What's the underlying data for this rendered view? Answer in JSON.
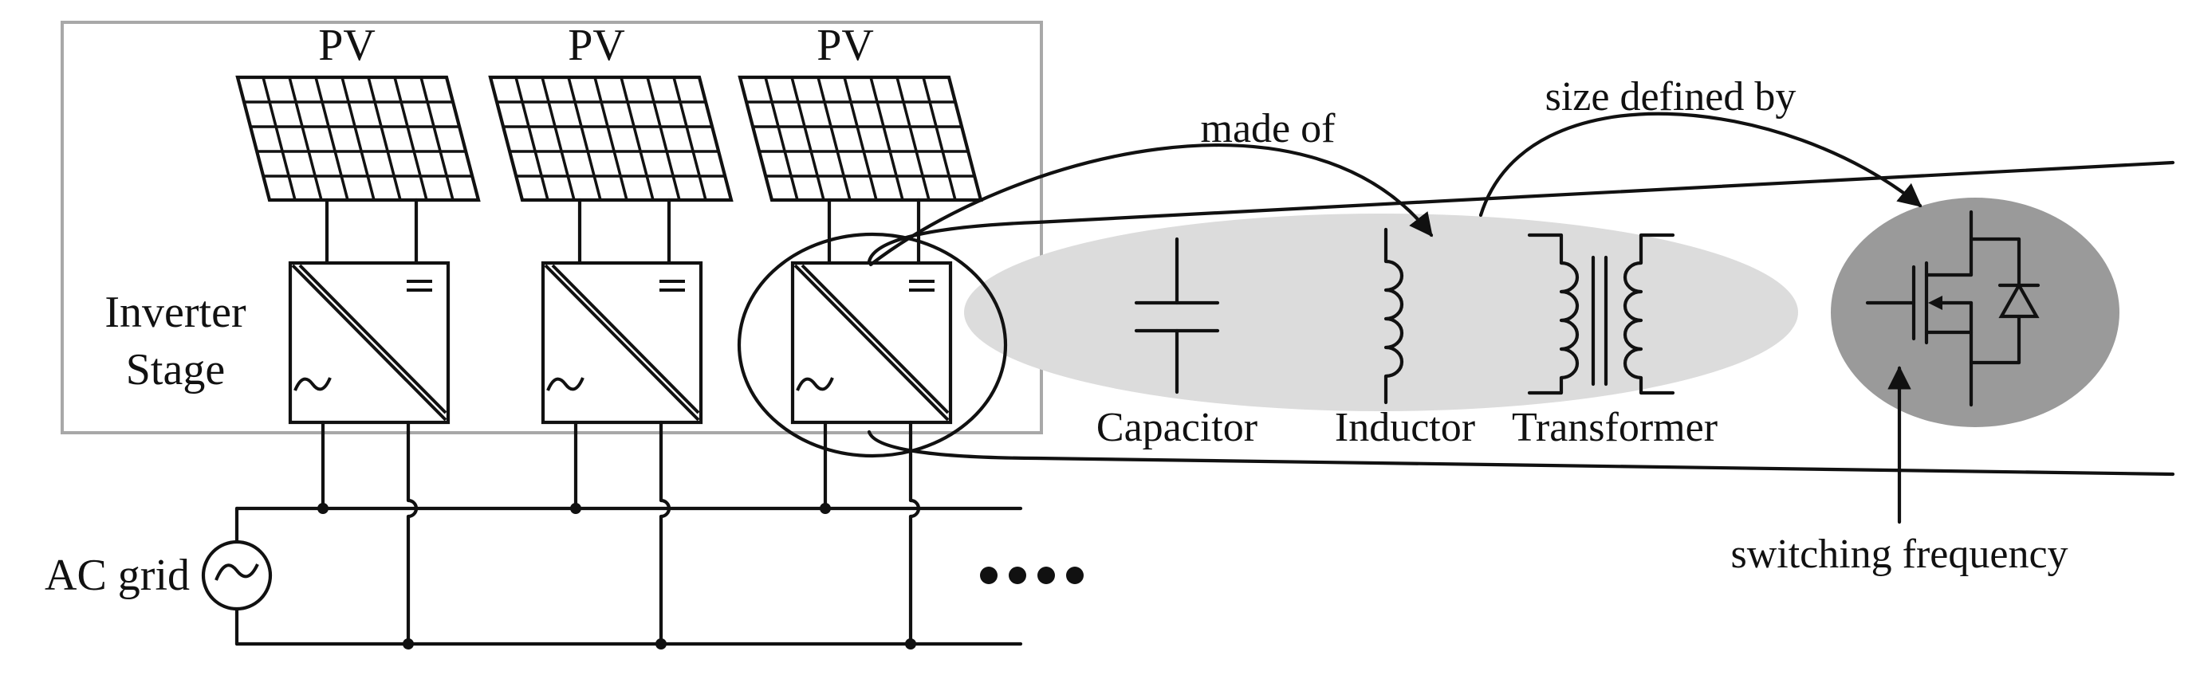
{
  "pv_labels": [
    "PV",
    "PV",
    "PV"
  ],
  "inverter_stage_label": [
    "Inverter",
    "Stage"
  ],
  "ac_grid_label": "AC grid",
  "made_of_label": "made of",
  "size_defined_by_label": "size defined by",
  "capacitor_label": "Capacitor",
  "inductor_label": "Inductor",
  "transformer_label": "Transformer",
  "switching_frequency_label": "switching frequency",
  "colors": {
    "line": "#111111",
    "enclosure": "#a8a8a8",
    "passive_bubble": "#dcdcdc",
    "switch_bubble": "#9a9a9a"
  }
}
